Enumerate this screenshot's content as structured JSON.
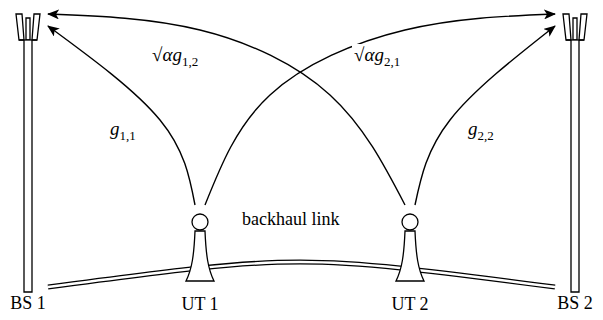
{
  "diagram": {
    "nodes": [
      {
        "text": [
          "BS 1"
        ]
      },
      {
        "text": [
          "UT 1"
        ]
      },
      {
        "text": [
          "UT 2"
        ]
      },
      {
        "text": [
          "BS 2"
        ]
      }
    ],
    "edges": [
      {
        "from": 1,
        "to": 0,
        "arrow": "to",
        "label": "g1,1"
      },
      {
        "from": 2,
        "to": 0,
        "arrow": "to",
        "label": "√αg1,2"
      },
      {
        "from": 1,
        "to": 3,
        "arrow": "to",
        "label": "√αg2,1"
      },
      {
        "from": 2,
        "to": 3,
        "arrow": "to",
        "label": "g2,2"
      },
      {
        "from": 0,
        "to": 3,
        "arrow": "none",
        "label": "backhaul link"
      }
    ]
  }
}
